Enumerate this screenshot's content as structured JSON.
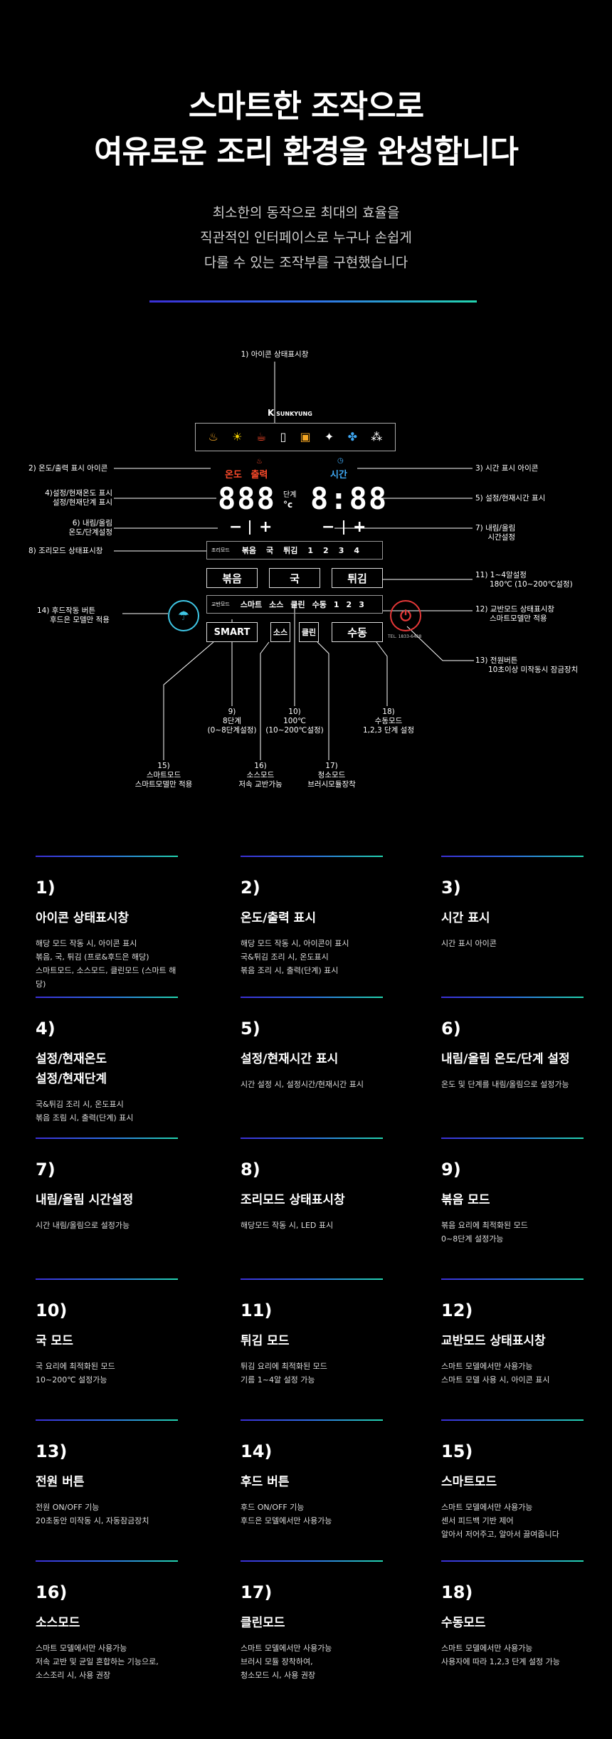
{
  "header": {
    "headline_1": "스마트한 조작으로",
    "headline_2": "여유로운 조리 환경을 완성합니다",
    "sub_1": "최소한의 동작으로 최대의 효율을",
    "sub_2": "직관적인 인터페이스로 누구나 손쉽게",
    "sub_3": "다룰 수 있는 조작부를 구현했습니다"
  },
  "diagram": {
    "brand": "SUNKYUNG",
    "callouts": {
      "c1": "1) 아이콘 상태표시창",
      "c2": "2) 온도/출력 표시 아이콘",
      "c3": "3) 시간 표시 아이콘",
      "c4a": "4)설정/현재온도 표시",
      "c4b": "설정/현재단계 표시",
      "c5": "5) 설정/현재시간 표시",
      "c6a": "6) 내림/올림",
      "c6b": "온도/단계설정",
      "c7a": "7) 내림/올림",
      "c7b": "시간설정",
      "c8": "8) 조리모드 상태표시창",
      "c9a": "9)",
      "c9b": "8단계",
      "c9c": "(0~8단계설정)",
      "c10a": "10)",
      "c10b": "100℃",
      "c10c": "(10~200℃설정)",
      "c11a": "11) 1~4알설정",
      "c11b": "180℃ (10~200℃설정)",
      "c12a": "12) 교반모드 상태표시창",
      "c12b": "스마트모델만 적용",
      "c13a": "13) 전원버튼",
      "c13b": "10초이상 미작동시 잠금장치",
      "c14a": "14) 후드작동 버튼",
      "c14b": "후드은 모델만 적용",
      "c15a": "15)",
      "c15b": "스마트모드",
      "c15c": "스마트모델만 적용",
      "c16a": "16)",
      "c16b": "소스모드",
      "c16c": "저속 교반가능",
      "c17a": "17)",
      "c17b": "청소모드",
      "c17c": "브러시모듈장착",
      "c18a": "18)",
      "c18b": "수동모드",
      "c18c": "1,2,3 단계 설정"
    },
    "temp_label_a": "온도",
    "temp_label_b": "출력",
    "time_label": "시간",
    "temp_digits": "888",
    "temp_unit_a": "단계",
    "temp_unit_b": "°c",
    "time_digits": "8:88",
    "minus": "−",
    "plus": "+",
    "mode_bar_tag": "조리모드",
    "mode_bar_items": [
      "볶음",
      "국",
      "튀김",
      "1",
      "2",
      "3",
      "4"
    ],
    "btn_fry": "볶음",
    "btn_soup": "국",
    "btn_deep": "튀김",
    "stir_bar_tag": "교반모드",
    "stir_bar_items": [
      "스마트",
      "소스",
      "클린",
      "수동",
      "1",
      "2",
      "3"
    ],
    "btn_smart": "SMART",
    "btn_sauce": "소스",
    "btn_clean": "클린",
    "btn_manual": "수동",
    "tel": "TEL. 1833-6488"
  },
  "features": [
    {
      "num": "1)",
      "title": "아이콘 상태표시창",
      "desc": "해당 모드 작동 시, 아이콘 표시\n볶음, 국, 튀김 (프로&후드은 해당)\n스마트모드, 소스모드, 클린모드 (스마트 해당)"
    },
    {
      "num": "2)",
      "title": "온도/출력 표시",
      "desc": "해당 모드 작동 시, 아이콘이 표시\n국&튀김 조리 시, 온도표시\n볶음 조리 시, 출력(단계) 표시"
    },
    {
      "num": "3)",
      "title": "시간 표시",
      "desc": "시간 표시 아이콘"
    },
    {
      "num": "4)",
      "title": "설정/현재온도\n설정/현재단계",
      "desc": "국&튀김 조리 시, 온도표시\n볶음 조림 시, 출력(단계) 표시"
    },
    {
      "num": "5)",
      "title": "설정/현재시간 표시",
      "desc": "시간 설정 시, 설정시간/현재시간 표시"
    },
    {
      "num": "6)",
      "title": "내림/올림 온도/단계 설정",
      "desc": "온도 및 단계를 내림/올림으로 설정가능"
    },
    {
      "num": "7)",
      "title": "내림/올림 시간설정",
      "desc": "시간 내림/올림으로 설정가능"
    },
    {
      "num": "8)",
      "title": "조리모드 상태표시창",
      "desc": "해당모드 작동 시, LED 표시"
    },
    {
      "num": "9)",
      "title": "볶음 모드",
      "desc": "볶음 요리에 최적화된 모드\n0~8단계 설정가능"
    },
    {
      "num": "10)",
      "title": "국 모드",
      "desc": "국 요리에 최적화된 모드\n10~200℃ 설정가능"
    },
    {
      "num": "11)",
      "title": "튀김 모드",
      "desc": "튀김 요리에 최적화된 모드\n기름 1~4알 설정 가능"
    },
    {
      "num": "12)",
      "title": "교반모드 상태표시창",
      "desc": "스마트 모델에서만 사용가능\n스마트 모델 사용 시, 아이콘 표시"
    },
    {
      "num": "13)",
      "title": "전원 버튼",
      "desc": "전원 ON/OFF 기능\n20초동안 미작동 시, 자동잠금장치"
    },
    {
      "num": "14)",
      "title": "후드 버튼",
      "desc": "후드 ON/OFF 기능\n후드은 모델에서만 사용가능"
    },
    {
      "num": "15)",
      "title": "스마트모드",
      "desc": "스마트 모델에서만 사용가능\n센서 피드백 기반 제어\n알아서 저어주고, 알아서 끓여줍니다"
    },
    {
      "num": "16)",
      "title": "소스모드",
      "desc": "스마트 모델에서만 사용가능\n저속 교반 및 균일 혼합하는 기능으로,\n소스조리 시, 사용 권장"
    },
    {
      "num": "17)",
      "title": "클린모드",
      "desc": "스마트 모델에서만 사용가능\n브러시 모듈 장착하여,\n청소모드 시, 사용 권장"
    },
    {
      "num": "18)",
      "title": "수동모드",
      "desc": "스마트 모델에서만 사용가능\n사용자에 따라 1,2,3 단계 설정 가능"
    }
  ],
  "colors": {
    "accent_gradient": [
      "#3b2fd6",
      "#2f6fe8",
      "#23d6b0"
    ],
    "temp_label": "#ff4b2b",
    "time_label": "#3fa9f5",
    "hood": "#3fc7e6",
    "power": "#e63838"
  },
  "icons": [
    "pot-icon",
    "bulb-icon",
    "pot-red-icon",
    "bottle-icon",
    "fryer-icon",
    "sparkle-icon",
    "fan-icon",
    "stir-dots-icon"
  ]
}
